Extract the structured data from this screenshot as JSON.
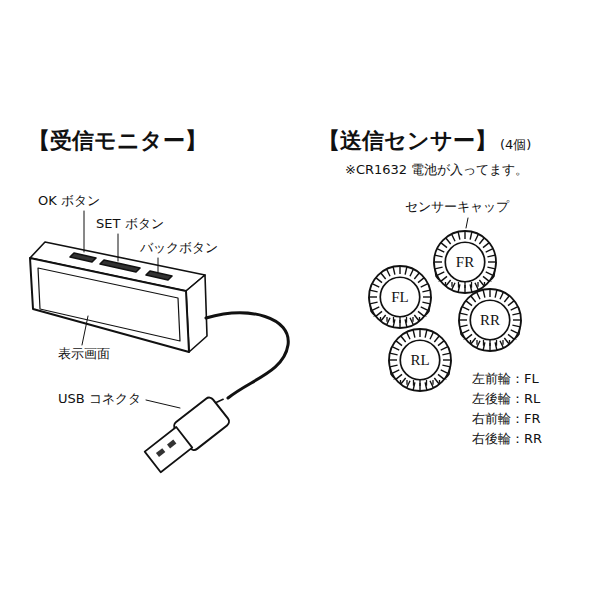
{
  "diagram": {
    "nodes": [
      {
        "text": [
          "FR"
        ]
      },
      {
        "text": [
          "FL"
        ]
      },
      {
        "text": [
          "RR"
        ]
      },
      {
        "text": [
          "RL"
        ]
      }
    ],
    "labels": [
      "【受信モニター】",
      "OK ボタン",
      "SET ボタン",
      "バックボタン",
      "表示画面",
      "USB コネクタ",
      "【送信センサー】",
      "(4個)",
      "※CR1632 電池が入ってます。",
      "センサーキャップ",
      "左前輪：FL",
      "左後輪：RL",
      "右前輪：FR",
      "右後輪：RR"
    ]
  }
}
